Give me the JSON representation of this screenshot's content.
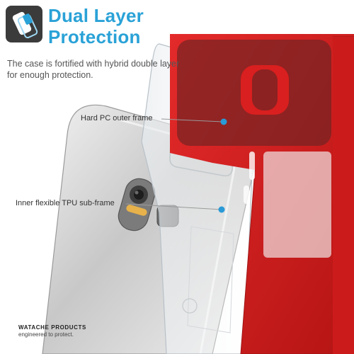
{
  "header": {
    "title_line1": "Dual Layer",
    "title_line2": "Protection",
    "description": "The case is  fortified with hybrid double layer for enough protection."
  },
  "callouts": {
    "hard_pc": "Hard PC outer frame",
    "inner_tpu": "Inner flexible TPU sub-frame"
  },
  "brand": {
    "name": "WATACHE PRODUCTS",
    "tagline": "engineered to protect."
  },
  "colors": {
    "accent": "#2aa2d7",
    "case_red": "#d91f1f",
    "pointer_dot": "#2a9ad6"
  }
}
